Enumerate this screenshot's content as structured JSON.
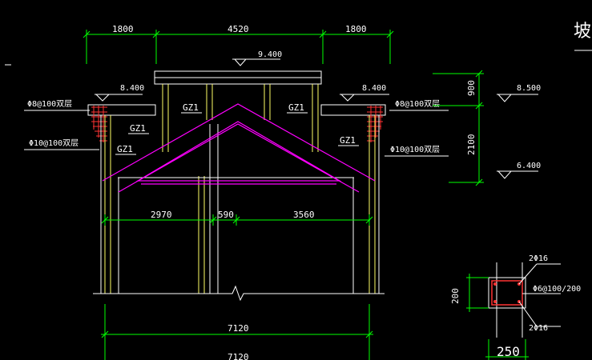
{
  "colors": {
    "background": "#000000",
    "dimension": "#00ff00",
    "structure": "#ffff66",
    "outline": "#ffffff",
    "truss": "#ff00ff",
    "rebar": "#ff3333",
    "text": "#ffffff"
  },
  "title_fragment": "坡",
  "dimensions_top": [
    "1800",
    "4520",
    "1800"
  ],
  "elevations": {
    "ridge": "9.400",
    "eave_left": "8.400",
    "eave_right": "8.400",
    "side_upper": "8.500",
    "side_lower": "6.400"
  },
  "side_dims": [
    "900",
    "2100"
  ],
  "rebar_notes": {
    "left_upper": "Φ8@100双层",
    "left_lower": "Φ10@100双层",
    "right_upper": "Φ8@100双层",
    "right_lower": "Φ10@100双层"
  },
  "column_tags": [
    "GZ1",
    "GZ1",
    "GZ1",
    "GZ1",
    "GZ1"
  ],
  "dimensions_mid": [
    "2970",
    "590",
    "3560"
  ],
  "dimensions_bottom": [
    "7120",
    "7120"
  ],
  "section": {
    "top_bars": "2Φ16",
    "stirrups": "Φ6@100/200",
    "bottom_bars": "2Φ16",
    "height": "200",
    "width": "250"
  }
}
